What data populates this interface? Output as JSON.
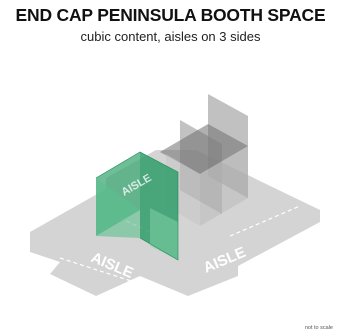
{
  "header": {
    "title": "END CAP PENINSULA BOOTH SPACE",
    "subtitle": "cubic content, aisles on 3 sides"
  },
  "diagram": {
    "aisle_labels": [
      "AISLE",
      "AISLE",
      "AISLE"
    ],
    "colors": {
      "aisle_floor": "#d4d4d4",
      "aisle_text": "#ffffff",
      "booth_green_dark": "#2f9e6a",
      "booth_green_light": "#5cc08e",
      "neighbor_gray_dark": "#7c7c7c",
      "neighbor_gray_light": "#b0b0b0"
    }
  },
  "footer": {
    "note": "not to scale"
  }
}
